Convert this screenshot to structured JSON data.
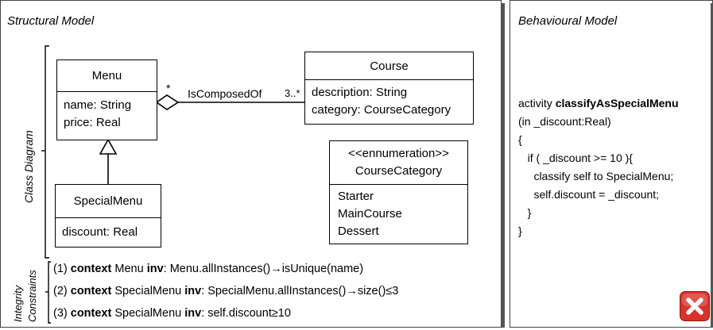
{
  "structural": {
    "title": "Structural Model",
    "class_diagram_label": "Class Diagram",
    "integrity_label": [
      "Integrity",
      "Constraints"
    ],
    "menu": {
      "name": "Menu",
      "attrs": [
        "name: String",
        "price: Real"
      ]
    },
    "course": {
      "name": "Course",
      "attrs": [
        "description: String",
        "category: CourseCategory"
      ]
    },
    "special_menu": {
      "name": "SpecialMenu",
      "attrs": [
        "discount: Real"
      ]
    },
    "enum": {
      "stereotype": "<<ennumeration>>",
      "name": "CourseCategory",
      "literals": [
        "Starter",
        "MainCourse",
        "Dessert"
      ]
    },
    "association": {
      "name": "IsComposedOf",
      "mult_source": "*",
      "mult_target": "3..*"
    },
    "constraints": [
      {
        "num": "(1)",
        "kw1": "context",
        "ctx": " Menu ",
        "kw2": "inv",
        "expr": ": Menu.allInstances()→isUnique(name)"
      },
      {
        "num": "(2)",
        "kw1": "context",
        "ctx": " SpecialMenu ",
        "kw2": "inv",
        "expr": ": SpecialMenu.allInstances()→size()≤3"
      },
      {
        "num": "(3)",
        "kw1": "context",
        "ctx": " SpecialMenu ",
        "kw2": "inv",
        "expr": ": self.discount≥10"
      }
    ]
  },
  "behavioural": {
    "title": "Behavioural Model",
    "keyword": "activity ",
    "activity_name": "classifyAsSpecialMenu",
    "lines": [
      "(in _discount:Real)",
      "{",
      "   if ( _discount >= 10 ){",
      "     classify self to SpecialMenu;",
      "     self.discount = _discount;",
      "   }",
      "}"
    ]
  },
  "close_icon": "close-icon",
  "colors": {
    "close_bg": "#d9322a",
    "border": "#444444"
  }
}
